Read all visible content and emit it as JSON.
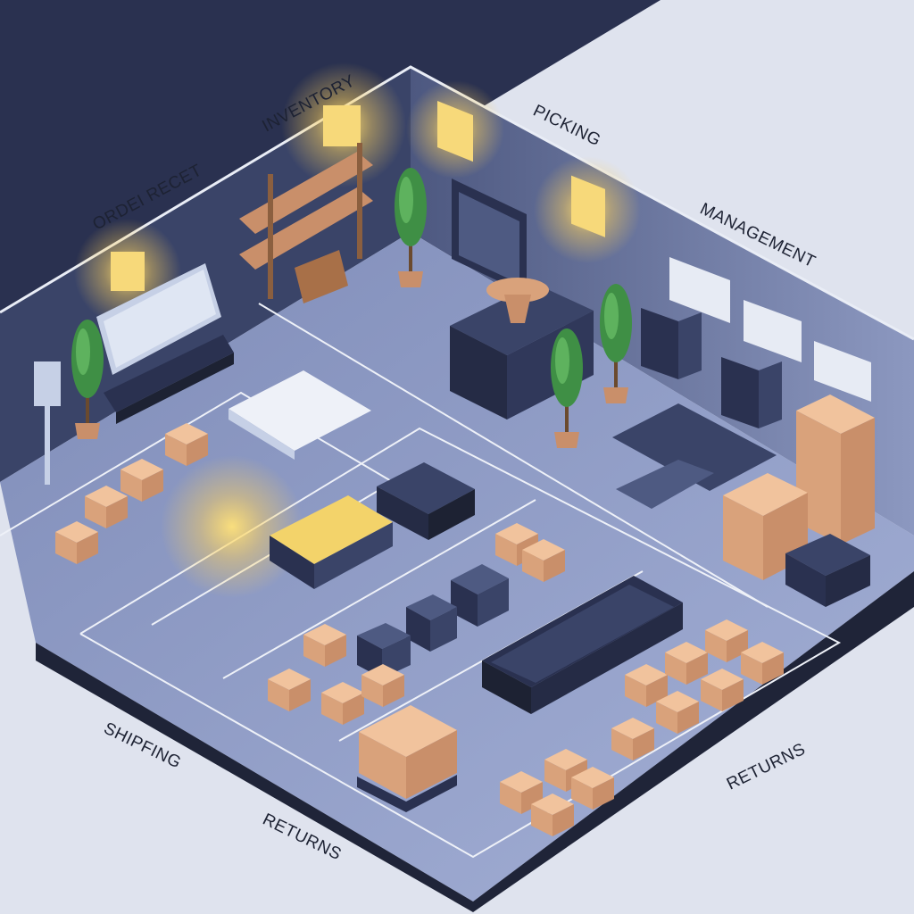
{
  "labels": {
    "order_receipt": "ORDEI RECET",
    "inventory": "INVENTORY",
    "picking": "PICKING",
    "management": "MANAGEMENT",
    "shipping": "SHIPFING",
    "returns_left": "RETURNS",
    "returns_right": "RETURNS"
  },
  "colors": {
    "backdrop_dark": "#2a3150",
    "backdrop_light": "#dfe3ee",
    "wall": "#3a4468",
    "floor": "#8f9cc6",
    "floor_edge": "#1f2438",
    "box": "#e8b48e",
    "box_side": "#c98f6a",
    "tree": "#4a9a4a",
    "light_glow": "#ffd76a"
  }
}
